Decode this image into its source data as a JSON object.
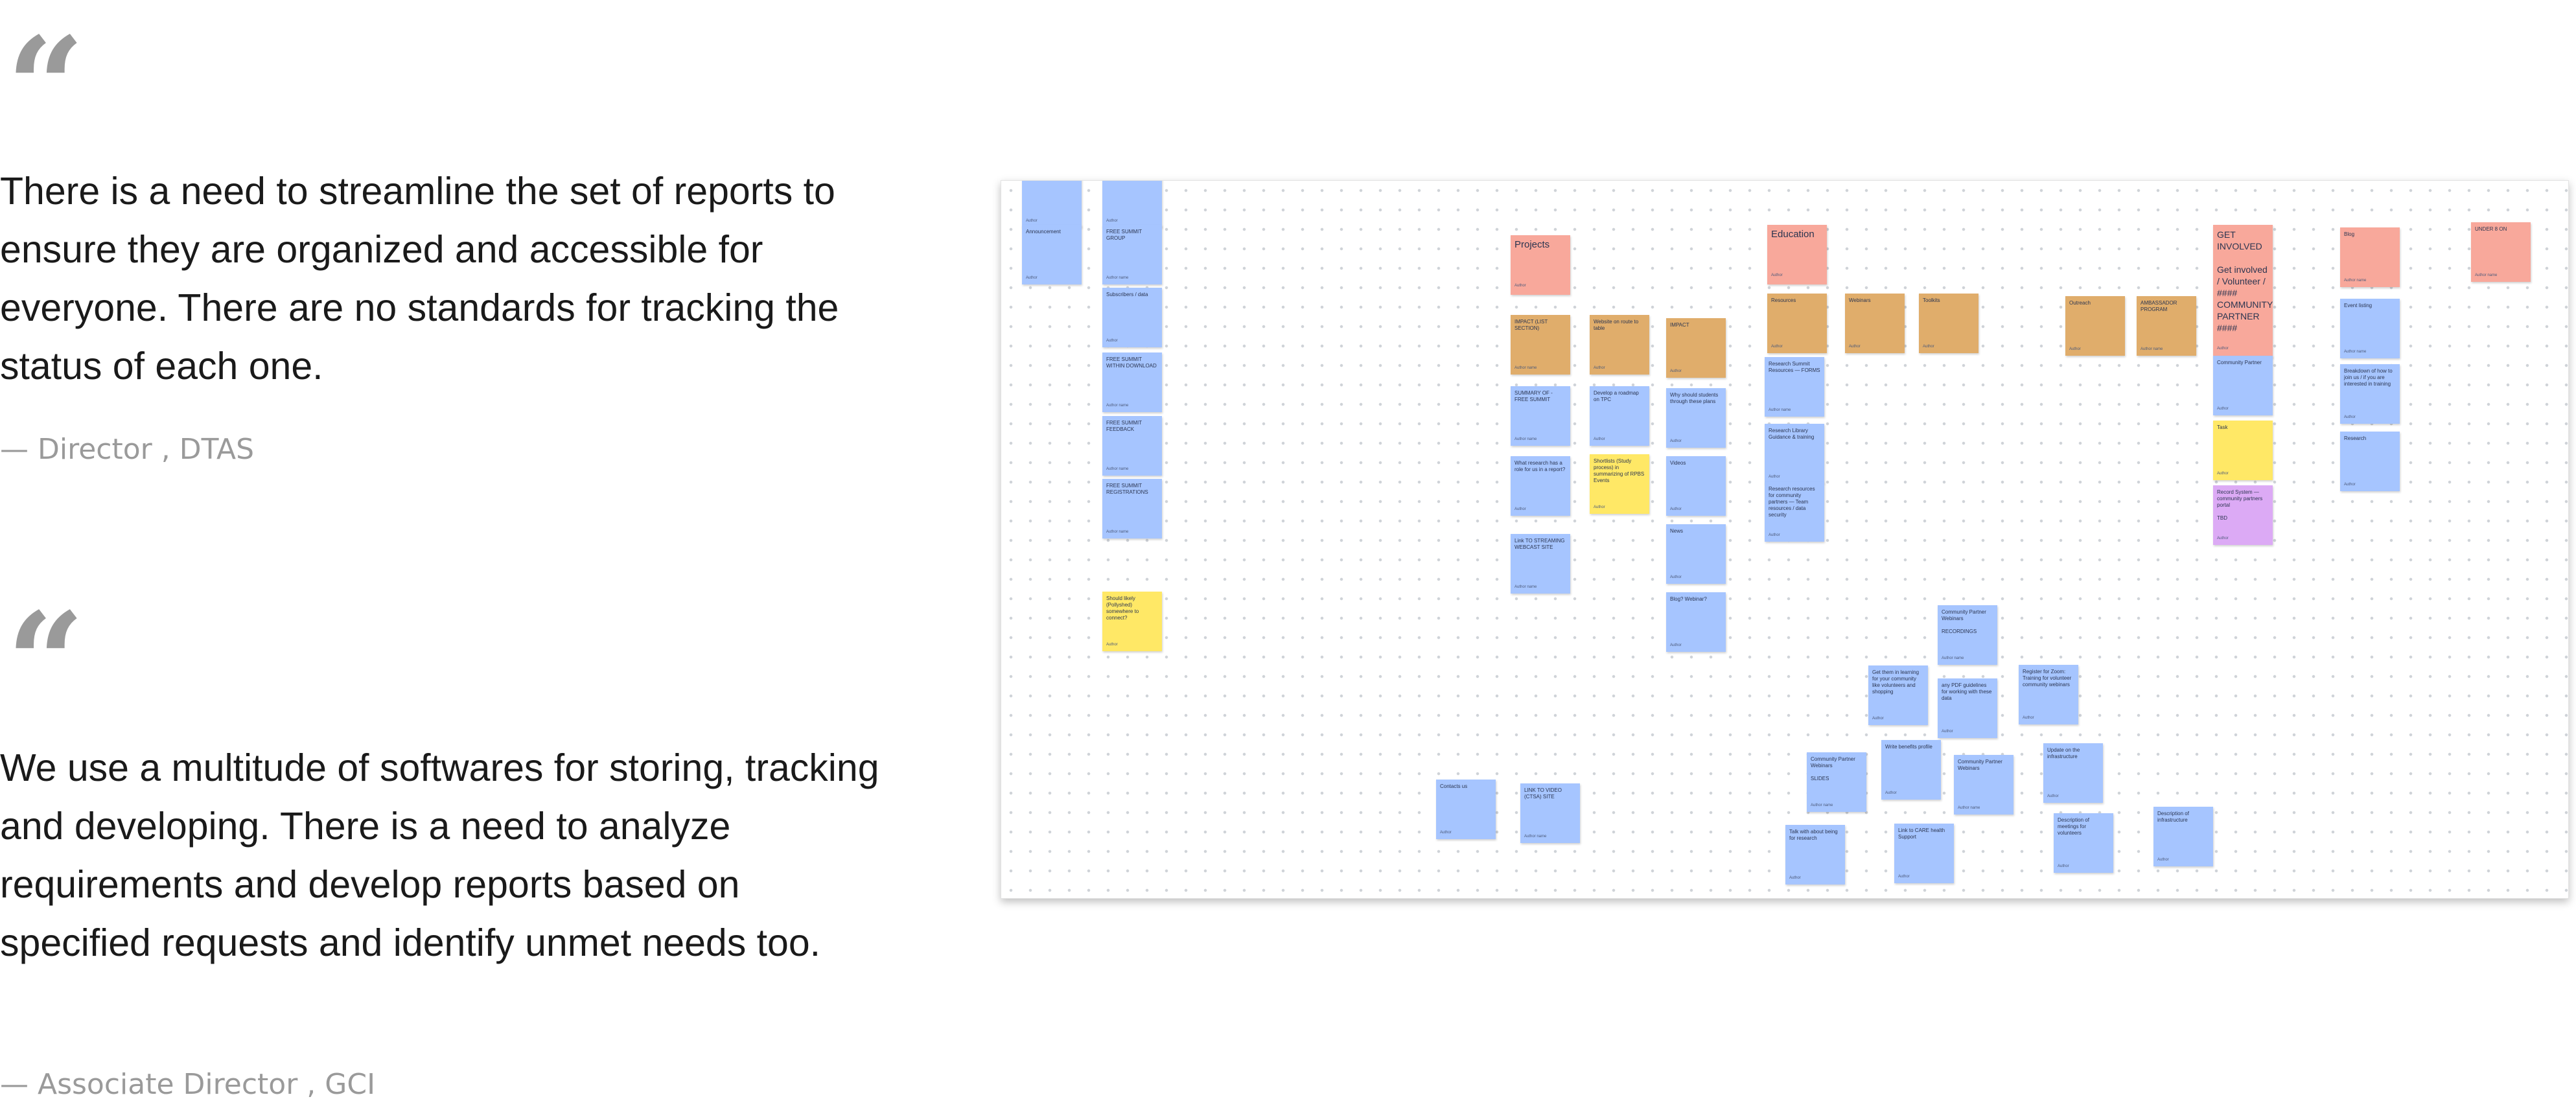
{
  "testimonials": [
    {
      "quote_mark": "“",
      "text": "There is a need to streamline the set of reports to ensure they are organized and accessible for everyone. There are no standards for tracking the status of each one.",
      "attribution": "— Director , DTAS"
    },
    {
      "quote_mark": "“",
      "text": "We use a multitude of softwares for storing, tracking and developing. There is a need to analyze requirements and develop reports based on specified requests and identify unmet needs too.",
      "attribution": "— Associate Director , GCI"
    }
  ],
  "board": {
    "notes": [
      {
        "color": "blue",
        "text": "",
        "foot": "Author"
      },
      {
        "color": "blue",
        "text": "Announcement",
        "foot": "Author"
      },
      {
        "color": "blue",
        "text": "",
        "foot": "Author"
      },
      {
        "color": "blue",
        "text": "FREE SUMMIT GROUP",
        "foot": "Author name"
      },
      {
        "color": "blue",
        "text": "Subscribers / data",
        "foot": "Author"
      },
      {
        "color": "blue",
        "text": "FREE SUMMIT WITHIN DOWNLOAD",
        "foot": "Author name"
      },
      {
        "color": "blue",
        "text": "FREE SUMMIT FEEDBACK",
        "foot": "Author name"
      },
      {
        "color": "blue",
        "text": "FREE SUMMIT REGISTRATIONS",
        "foot": "Author name"
      },
      {
        "color": "yellow",
        "text": "Should likely (Pollyshed) somewhere to connect?",
        "foot": "Author"
      },
      {
        "color": "salmon",
        "text": "Projects",
        "foot": "Author",
        "header": true
      },
      {
        "color": "orange",
        "text": "IMPACT (LIST SECTION)",
        "foot": "Author name"
      },
      {
        "color": "orange",
        "text": "Website on route to table",
        "foot": "Author"
      },
      {
        "color": "orange",
        "text": "IMPACT",
        "foot": "Author"
      },
      {
        "color": "blue",
        "text": "SUMMARY OF - FREE SUMMIT",
        "foot": "Author name"
      },
      {
        "color": "blue",
        "text": "Develop a roadmap on TPC",
        "foot": "Author"
      },
      {
        "color": "blue",
        "text": "Why should students through these plans",
        "foot": "Author"
      },
      {
        "color": "blue",
        "text": "What research has a role for us in a report?",
        "foot": "Author"
      },
      {
        "color": "yellow",
        "text": "Shortlists (Study process) in summarizing of RPBS Events",
        "foot": "Author"
      },
      {
        "color": "blue",
        "text": "Videos",
        "foot": "Author"
      },
      {
        "color": "blue",
        "text": "Link TO STREAMING WEBCAST SITE",
        "foot": "Author name"
      },
      {
        "color": "blue",
        "text": "News",
        "foot": "Author"
      },
      {
        "color": "blue",
        "text": "Blog? Webinar?",
        "foot": "Author"
      },
      {
        "color": "salmon",
        "text": "Education",
        "foot": "Author",
        "header": true
      },
      {
        "color": "orange",
        "text": "Resources",
        "foot": "Author"
      },
      {
        "color": "orange",
        "text": "Webinars",
        "foot": "Author"
      },
      {
        "color": "orange",
        "text": "Toolkits",
        "foot": "Author"
      },
      {
        "color": "blue",
        "text": "Research Summit Resources — FORMS",
        "foot": "Author name"
      },
      {
        "color": "blue",
        "text": "Research Library Guidance & training",
        "foot": "Author"
      },
      {
        "color": "blue",
        "text": "Research resources for community partners — Team resources / data security",
        "foot": "Author"
      },
      {
        "color": "orange",
        "text": "Outreach",
        "foot": "Author"
      },
      {
        "color": "orange",
        "text": "AMBASSADOR PROGRAM",
        "foot": "Author name"
      },
      {
        "color": "salmon",
        "text": "GET INVOLVED\n\nGet involved / Volunteer / #### COMMUNITY PARTNER ####",
        "foot": "Author",
        "big": true
      },
      {
        "color": "blue",
        "text": "Community Partner",
        "foot": "Author"
      },
      {
        "color": "yellow",
        "text": "Task",
        "foot": "Author"
      },
      {
        "color": "purple",
        "text": "Record System — community partners portal\n\nTBD",
        "foot": "Author"
      },
      {
        "color": "salmon",
        "text": "Blog",
        "foot": "Author name"
      },
      {
        "color": "salmon",
        "text": "UNDER 8 ON",
        "foot": "Author name"
      },
      {
        "color": "blue",
        "text": "Event listing",
        "foot": "Author name"
      },
      {
        "color": "blue",
        "text": "Breakdown of how to join us / if you are interested in training",
        "foot": "Author"
      },
      {
        "color": "blue",
        "text": "Research",
        "foot": "Author"
      },
      {
        "color": "blue",
        "text": "Community Partner Webinars\n\nRECORDINGS",
        "foot": "Author name"
      },
      {
        "color": "blue",
        "text": "Get them in learning for your community like volunteers and shopping",
        "foot": "Author"
      },
      {
        "color": "blue",
        "text": "any PDF guidelines for working with these data",
        "foot": "Author"
      },
      {
        "color": "blue",
        "text": "Register for Zoom: Training for volunteer community webinars",
        "foot": "Author"
      },
      {
        "color": "blue",
        "text": "Community Partner Webinars\n\nSLIDES",
        "foot": "Author name"
      },
      {
        "color": "blue",
        "text": "Write benefits profile",
        "foot": "Author"
      },
      {
        "color": "blue",
        "text": "Community Partner Webinars",
        "foot": "Author name"
      },
      {
        "color": "blue",
        "text": "Update on the infrastructure",
        "foot": "Author"
      },
      {
        "color": "blue",
        "text": "Contacts us",
        "foot": "Author"
      },
      {
        "color": "blue",
        "text": "LINK TO VIDEO (CTSA) SITE",
        "foot": "Author name"
      },
      {
        "color": "blue",
        "text": "Talk with about being for research",
        "foot": "Author"
      },
      {
        "color": "blue",
        "text": "Link to CARE health Support",
        "foot": "Author"
      },
      {
        "color": "blue",
        "text": "Description of meetings for volunteers",
        "foot": "Author"
      },
      {
        "color": "blue",
        "text": "Description of infrastructure",
        "foot": "Author"
      }
    ]
  }
}
